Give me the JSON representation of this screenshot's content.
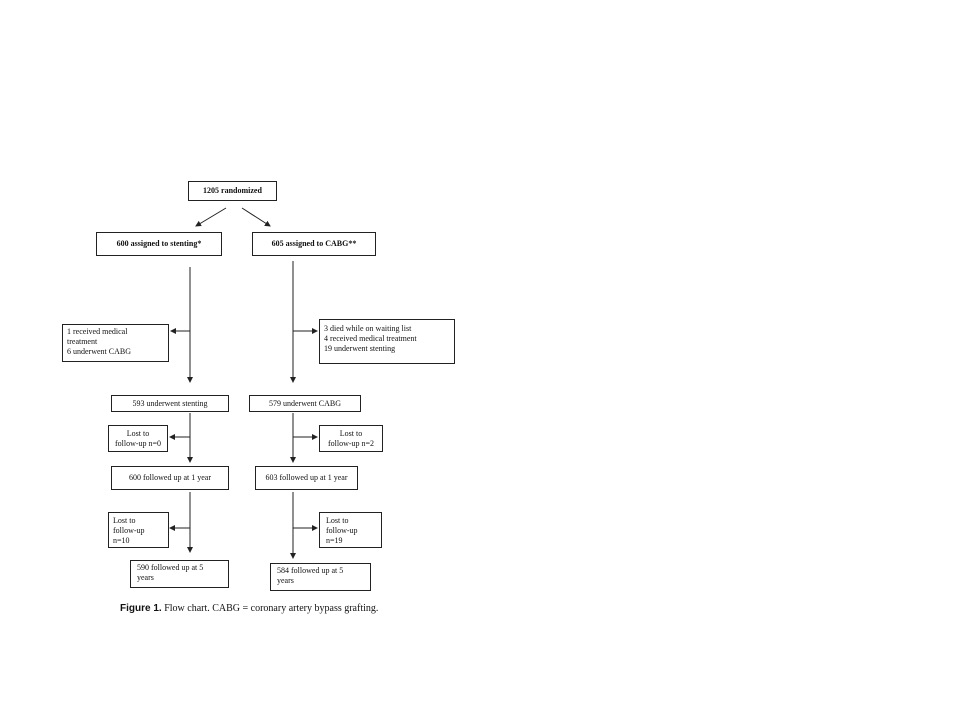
{
  "flowchart": {
    "randomized": "1205 randomized",
    "stenting_arm": {
      "assigned": "600 assigned to stenting*",
      "crossover": [
        "1 received medical",
        "treatment",
        "6 underwent CABG"
      ],
      "underwent": "593 underwent stenting",
      "lost_1yr": [
        "Lost to",
        "follow-up n=0"
      ],
      "followed_1yr": "600 followed up at 1 year",
      "lost_5yr": [
        "Lost to",
        "follow-up",
        "n=10"
      ],
      "followed_5yr": [
        "590 followed up at 5",
        "years"
      ]
    },
    "cabg_arm": {
      "assigned": "605 assigned to CABG**",
      "crossover": [
        "3 died while on waiting list",
        "4 received medical treatment",
        "19 underwent stenting"
      ],
      "underwent": "579 underwent CABG",
      "lost_1yr": [
        "Lost to",
        "follow-up n=2"
      ],
      "followed_1yr": "603 followed up at 1 year",
      "lost_5yr": [
        "Lost to",
        "follow-up",
        "n=19"
      ],
      "followed_5yr": [
        "584 followed up at 5",
        "years"
      ]
    }
  },
  "caption": {
    "label": "Figure 1.",
    "text": "Flow chart. CABG = coronary artery bypass grafting."
  }
}
